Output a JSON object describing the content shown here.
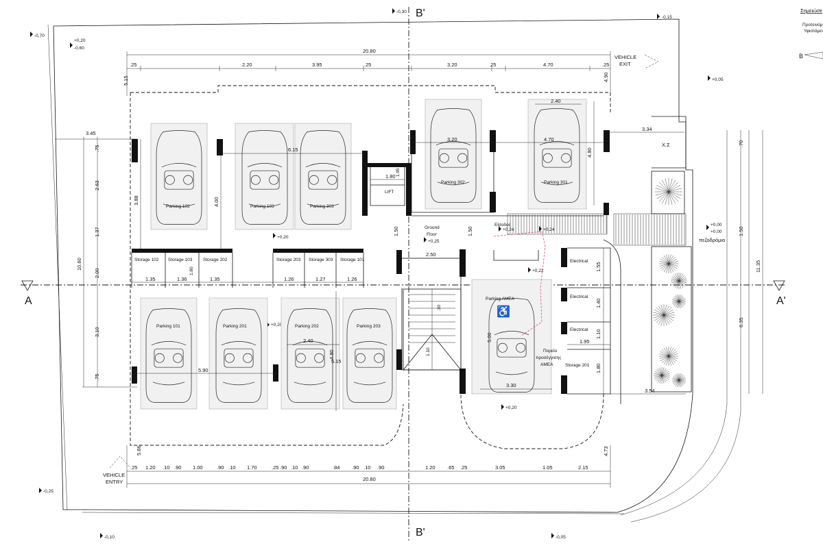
{
  "section_marks": {
    "a_left": "A",
    "a_right": "A'",
    "b_top": "B'",
    "b_bottom": "B'",
    "b_right_edge": "B"
  },
  "legend": {
    "title": "Σημειώσε",
    "line1": "Προτεινόμ",
    "line2": "Υφιστάμεν"
  },
  "levels": {
    "l1": "-0,30",
    "l2": "-0,15",
    "l3": "-0,70",
    "l4a": "+0,20",
    "l4b": "-0,60",
    "l5": "+0,05",
    "l6": "+0,20",
    "l7": "+0,20",
    "l8": "+0,25",
    "l9": "+0,24",
    "l10": "+0,24",
    "l11": "+0,22",
    "l12": "+0,20",
    "l13a": "+0,00",
    "l13b": "+0,00",
    "l14": "-0,25",
    "l15": "-0,10",
    "l16": "-0,05"
  },
  "labels": {
    "vehicle_exit_1": "VEHICLE",
    "vehicle_exit_2": "EXIT",
    "vehicle_entry_1": "VEHICLE",
    "vehicle_entry_2": "ENTRY",
    "lift": "LIFT",
    "ground_floor_1": "Ground",
    "ground_floor_2": "Floor",
    "entrance": "Είσοδος",
    "sidewalk": "πεζοδρόμιο",
    "xs": "Χ.Σ",
    "ameapath_1": "Πορεία",
    "ameapath_2": "προσέγγισης",
    "ameapath_3": "ΑΜΕΑ",
    "wheelchair": "♿"
  },
  "rooms": {
    "p101": "Parking 101",
    "p102": "Parking 102",
    "p103": "Parking 103",
    "p201": "Parking 201",
    "p202": "Parking 202",
    "p203": "Parking 203",
    "p301": "Parking 301",
    "p302": "Parking 302",
    "p303": "Parking 303",
    "pamea": "Parking AMEA",
    "s101": "Storage 101",
    "s102": "Storage 102",
    "s103": "Storage 103",
    "s201": "Storage 201",
    "s202": "Storage 202",
    "s203": "Storage 203",
    "s303": "Storage 303",
    "e1": "Electrical",
    "e2": "Electrical",
    "e3": "Electrical"
  },
  "dims": {
    "top_total": "20.80",
    "bottom_total": "20.80",
    "top_row": [
      ".25",
      "2.20",
      "3.95",
      ".25",
      "3.20",
      ".25",
      "4.70",
      ".25"
    ],
    "bottom_row": [
      ".25",
      "1.20",
      ".10",
      ".90",
      "1.00",
      ".90",
      ".10",
      "1.70",
      ".25",
      ".90",
      ".10",
      ".90",
      ".84",
      ".90",
      ".10",
      ".90",
      "1.20",
      ".65",
      ".25",
      "3.05",
      "1.05",
      "2.15"
    ],
    "left_total": "10.60",
    "left_row": [
      ".75",
      "2.63",
      "1.37",
      "2.00",
      "3.10",
      ".75"
    ],
    "right_total": "11.35",
    "right_row": [
      ".70",
      "1.50",
      "6.35"
    ],
    "d515a": "5.15",
    "d490": "4.90",
    "d345": "3.45",
    "d615": "6.15",
    "d320": "3.20",
    "d470": "4.70",
    "d240a": "2.40",
    "d480a": "4.80",
    "d334": "3.34",
    "d388": "3.88",
    "d400": "4.00",
    "d180a": "1.80",
    "d195": "1.95",
    "d150a": "1.50",
    "d150b": "1.50",
    "d250": "2.50",
    "d135a": "1.35",
    "d136": "1.36",
    "d180b": "1.80",
    "d135b": "1.35",
    "d126a": "1.26",
    "d127": "1.27",
    "d126b": "1.26",
    "d240b": "2.40",
    "d480b": "4.80",
    "d515b": "5.15",
    "d590": "5.90",
    "d500": "5.00",
    "d330": "3.30",
    "d155": "1.55",
    "d140": "1.40",
    "d110": "1.10",
    "d195b": "1.95",
    "d180c": "1.80",
    "d354": "3.54",
    "d566": "5.66",
    "d473": "4.73",
    "d030": ".30",
    "d110b": "1.10"
  }
}
